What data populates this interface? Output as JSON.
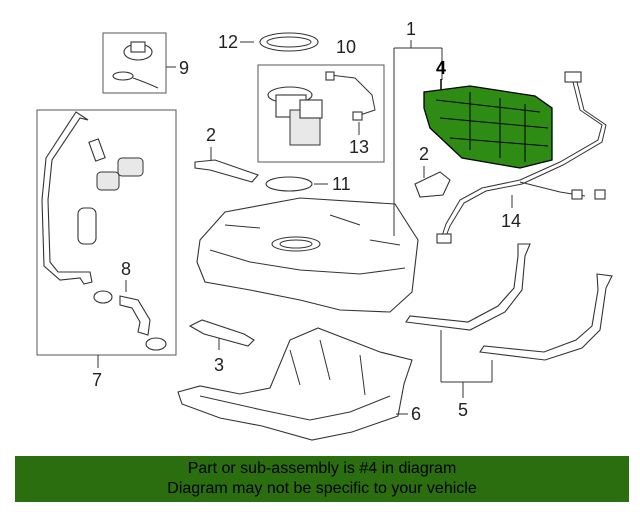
{
  "callouts": {
    "c1": "1",
    "c2a": "2",
    "c2b": "2",
    "c3": "3",
    "c4": "4",
    "c5": "5",
    "c6": "6",
    "c7": "7",
    "c8": "8",
    "c9": "9",
    "c10": "10",
    "c11": "11",
    "c12": "12",
    "c13": "13",
    "c14": "14"
  },
  "highlight_color": "#2e8b14",
  "banner": {
    "line1": "Part or sub-assembly is #4 in diagram",
    "line2": "Diagram may not be specific to your vehicle",
    "background": "#2a6e0f"
  }
}
